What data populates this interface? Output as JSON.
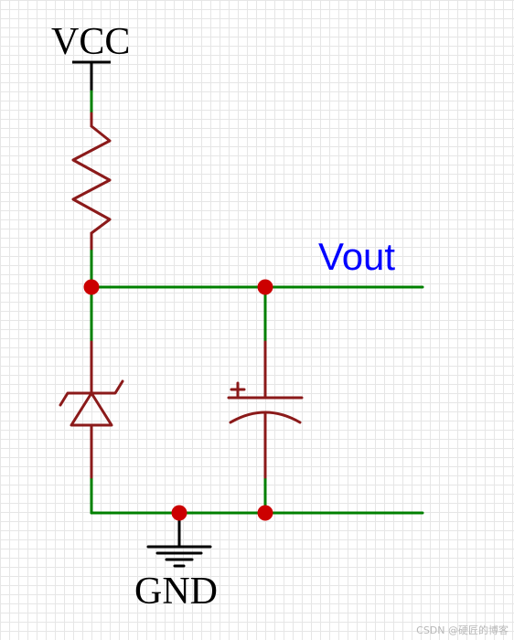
{
  "labels": {
    "vcc": "VCC",
    "vout": "Vout",
    "gnd": "GND",
    "cap_polarity": "+"
  },
  "watermark": "CSDN @硬匠的博客",
  "colors": {
    "wire": "#008000",
    "component": "#8b1a1a",
    "junction": "#cc0000",
    "vout_label": "#0000ff",
    "power_symbol": "#000000"
  },
  "components": [
    "power-vcc",
    "resistor",
    "zener-diode",
    "polarized-capacitor",
    "ground"
  ]
}
